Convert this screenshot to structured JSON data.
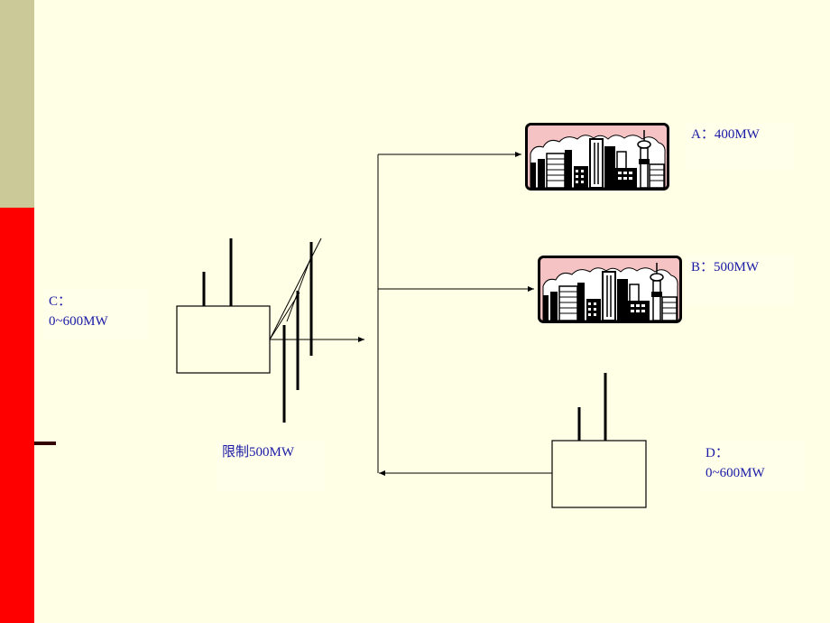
{
  "labels": {
    "a": {
      "line1": "A：400MW"
    },
    "b": {
      "line1": "B：500MW"
    },
    "c": {
      "line1": "C：",
      "line2": "0~600MW"
    },
    "d": {
      "line1": "D：",
      "line2": "0~600MW"
    },
    "limit": {
      "line1": "限制500MW"
    }
  },
  "colors": {
    "accent_top": "#CCC999",
    "accent_bottom": "#FF0000",
    "background": "#FFFFE5",
    "label_text": "#1a1aa6",
    "city_sky": "#F5C3C3"
  },
  "icons": [
    "city-icon",
    "power-plant-icon",
    "transmission-tower-icon",
    "arrow-icon"
  ]
}
